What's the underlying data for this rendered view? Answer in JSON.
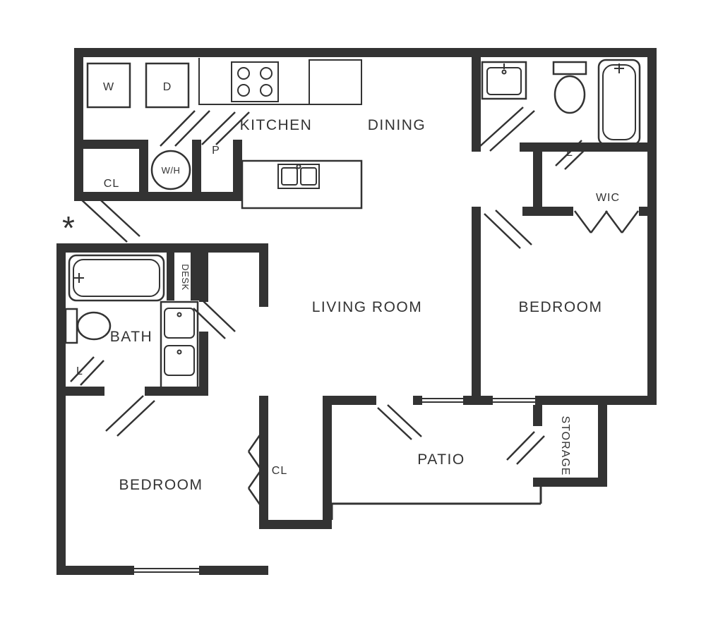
{
  "colors": {
    "wall": "#333333",
    "background": "#ffffff"
  },
  "plan": {
    "laundry": {
      "washer": "W",
      "dryer": "D"
    },
    "kitchen": {
      "label": "KITCHEN",
      "pantry": "P",
      "water_heater": "W/H"
    },
    "dining": {
      "label": "DINING"
    },
    "entry": {
      "closet": "CL",
      "marker": "*"
    },
    "bath_upper": {
      "linen": "L"
    },
    "wic": {
      "label": "WIC"
    },
    "bedroom_right": {
      "label": "BEDROOM"
    },
    "living_room": {
      "label": "LIVING ROOM"
    },
    "hall": {
      "desk": "DESK"
    },
    "bath_lower": {
      "label": "BATH",
      "linen": "L"
    },
    "bedroom_left": {
      "label": "BEDROOM",
      "closet": "CL"
    },
    "patio": {
      "label": "PATIO"
    },
    "storage": {
      "label": "STORAGE"
    }
  }
}
